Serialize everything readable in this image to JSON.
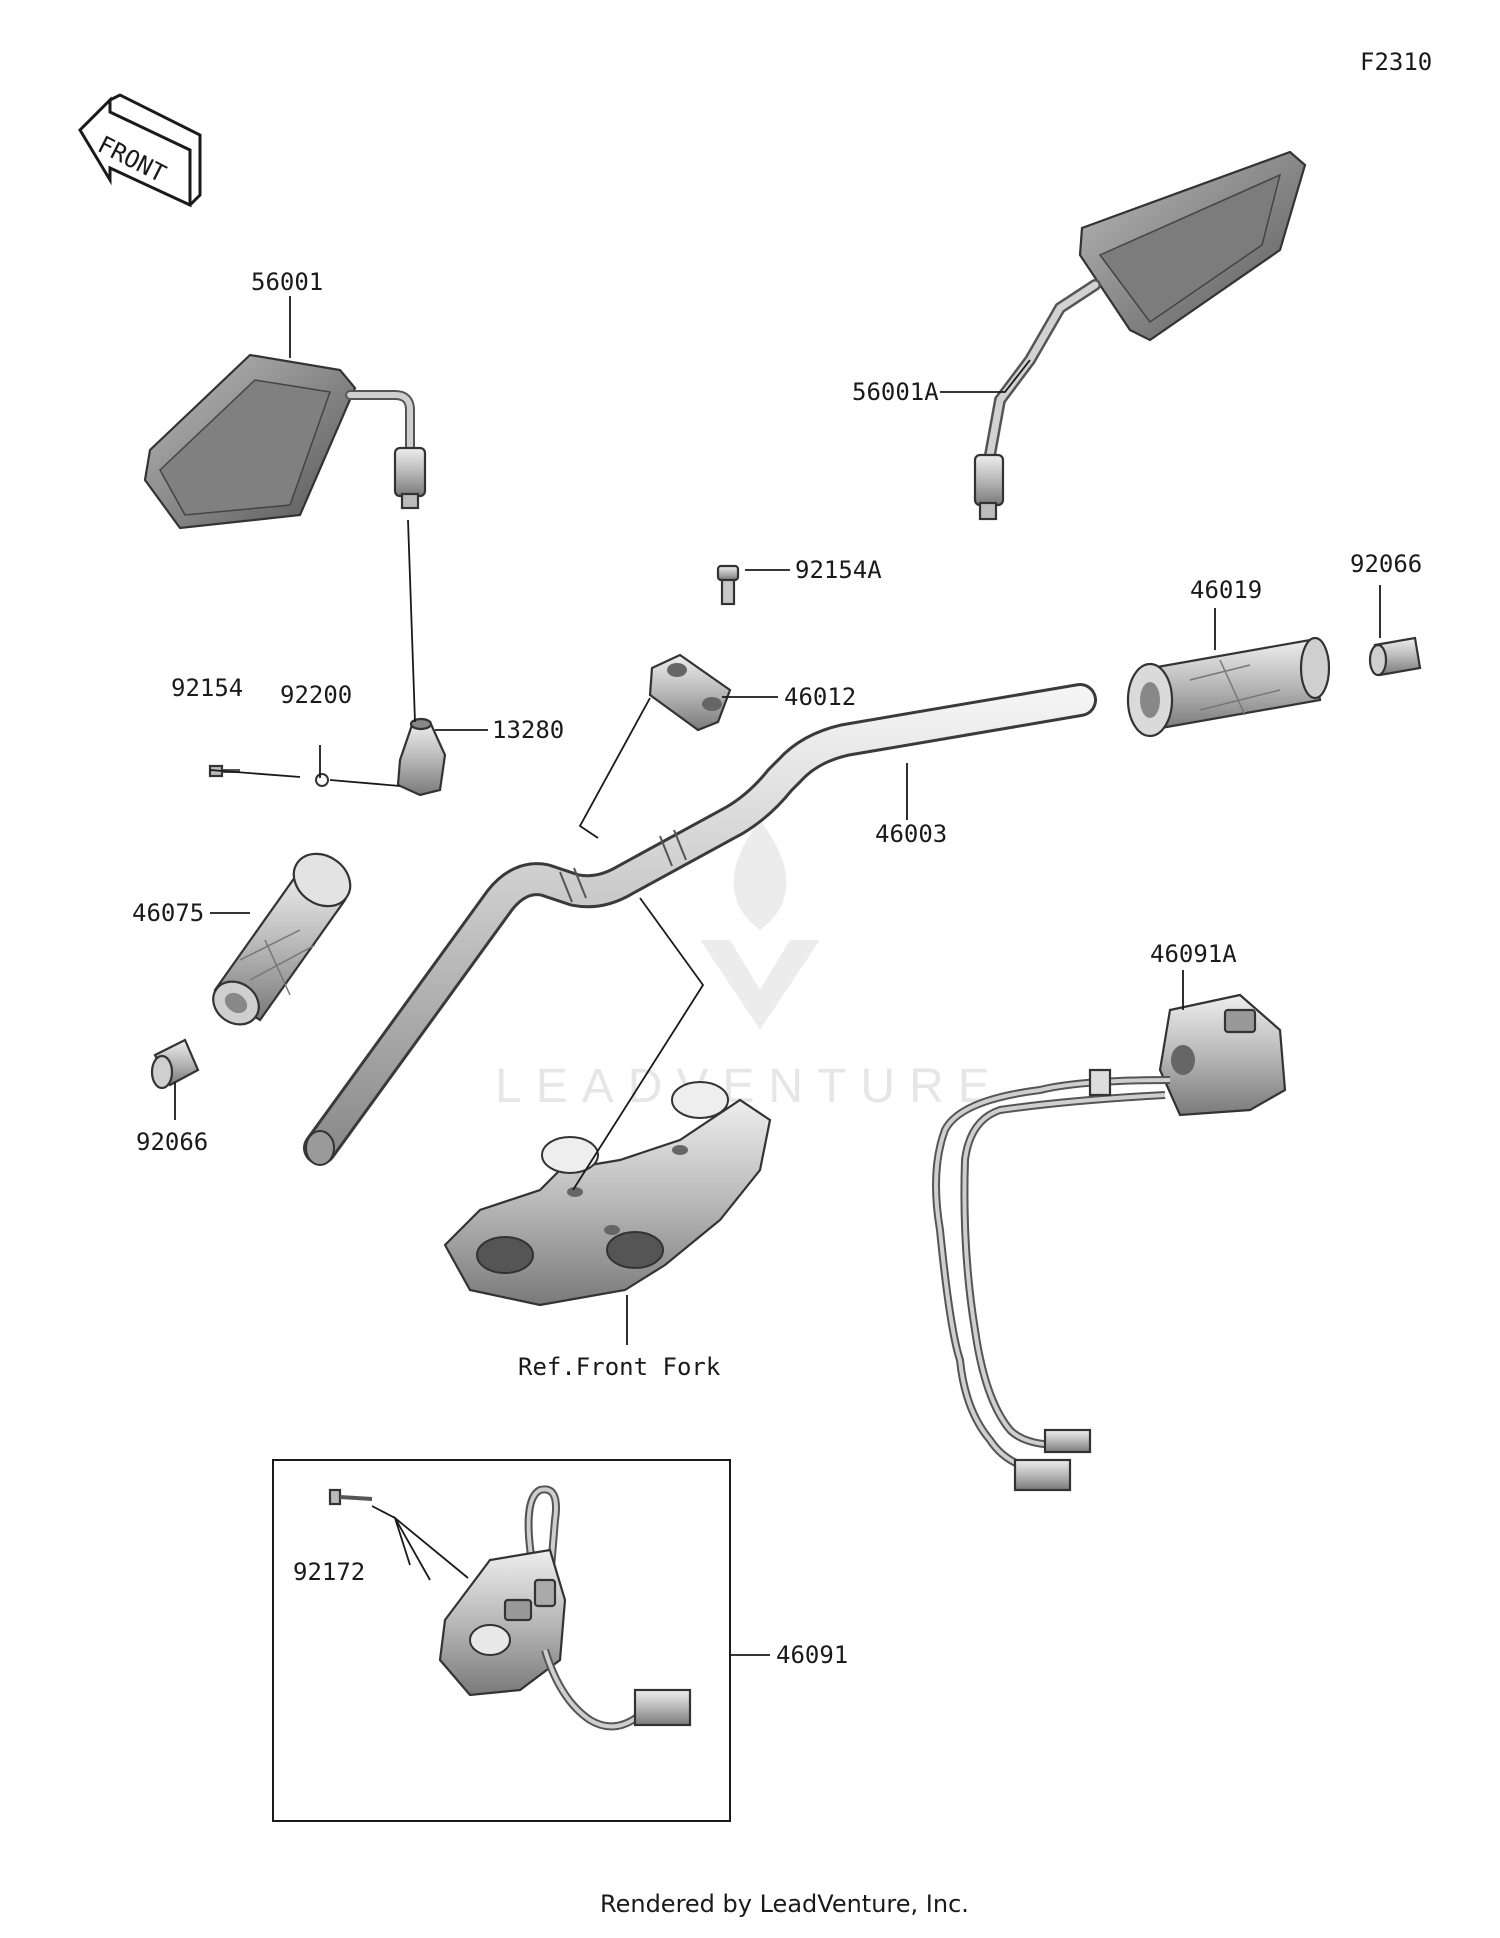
{
  "figure_code": "F2310",
  "front_arrow_label": "FRONT",
  "watermark": "LEADVENTURE",
  "footer": "Rendered by LeadVenture, Inc.",
  "callouts": {
    "mirror_left": "56001",
    "mirror_right": "56001A",
    "bolt_top": "92154A",
    "holder_clamp": "46012",
    "grip_right": "46019",
    "weight_right": "92066",
    "bolt_left": "92154",
    "washer": "92200",
    "mirror_holder": "13280",
    "handlebar": "46003",
    "grip_left": "46075",
    "switch_right": "46091A",
    "weight_left": "92066",
    "ref_fork": "Ref.Front Fork",
    "screw_switch": "92172",
    "switch_left": "46091"
  },
  "colors": {
    "metal_light": "#d8d8d8",
    "metal_mid": "#a9a9a9",
    "metal_dark": "#6f6f6f",
    "outline": "#333333"
  }
}
